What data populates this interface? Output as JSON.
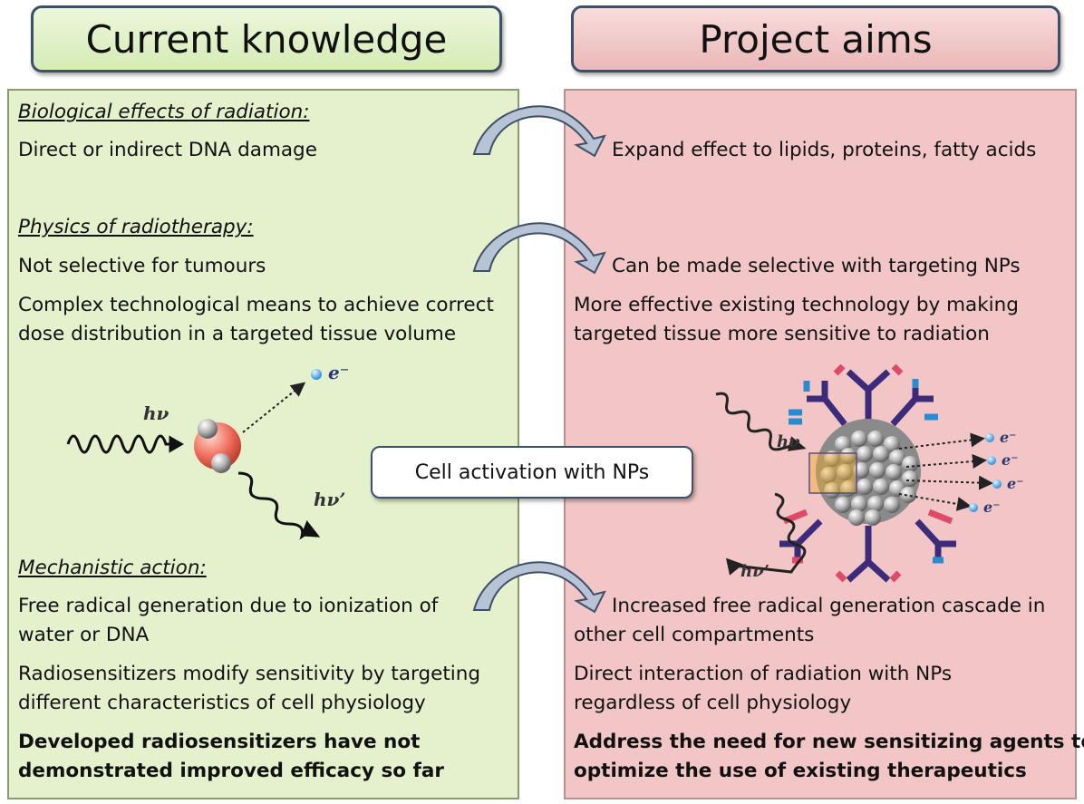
{
  "headers": {
    "left": "Current knowledge",
    "right": "Project aims"
  },
  "left": {
    "bio_heading": "Biological effects of radiation:",
    "bio_text": "Direct or indirect DNA damage",
    "physics_heading": "Physics of radiotherapy:",
    "physics_1": "Not selective for tumours",
    "physics_2a": "Complex technological means to achieve correct",
    "physics_2b": "dose distribution in a targeted tissue volume",
    "mech_heading": "Mechanistic action:",
    "mech_1a": "Free radical generation due to ionization of",
    "mech_1b": "water or DNA",
    "mech_2a": "Radiosensitizers modify sensitivity by targeting",
    "mech_2b": "different characteristics of cell physiology",
    "bold_a": "Developed radiosensitizers have not",
    "bold_b": "demonstrated improved efficacy so far"
  },
  "right": {
    "aim_1": "Expand effect to lipids, proteins, fatty acids",
    "aim_2": "Can be made selective with targeting NPs",
    "aim_3a": "More effective existing technology by making",
    "aim_3b": "targeted tissue more sensitive to radiation",
    "aim_4a": "Increased free radical generation cascade in",
    "aim_4b": "other cell compartments",
    "aim_5a": "Direct interaction of radiation with NPs",
    "aim_5b": "regardless of cell physiology",
    "bold_a": "Address the need for new sensitizing agents to",
    "bold_b": "optimize the use of existing therapeutics"
  },
  "center_label": "Cell activation with NPs",
  "illustration_labels": {
    "photon": "hν",
    "photon_scattered": "hν’",
    "electron": "e⁻"
  },
  "colors": {
    "left_panel": "#e5f0cd",
    "right_panel": "#f2c6c6",
    "border": "#3d5068",
    "arrow": "#b8c4d6"
  }
}
